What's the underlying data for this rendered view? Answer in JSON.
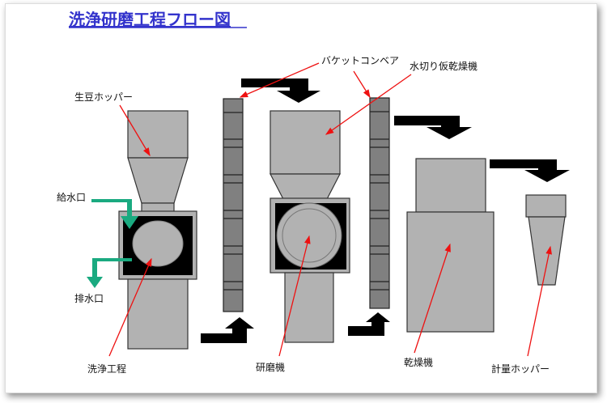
{
  "title": "洗浄研磨工程フロー図",
  "labels": {
    "raw_bean_hopper": "生豆ホッパー",
    "water_inlet": "給水口",
    "water_outlet": "排水口",
    "washing_process": "洗浄工程",
    "bucket_conveyor": "バケットコンベア",
    "dewatering_predryer": "水切り仮乾燥機",
    "polisher": "研磨機",
    "dryer": "乾燥機",
    "weighing_hopper": "計量ホッパー"
  },
  "colors": {
    "title": "#3333cc",
    "machine": "#b2b2b2",
    "belt": "#808080",
    "water_arrow": "#1aaa80",
    "pointer": "#ee1111"
  }
}
